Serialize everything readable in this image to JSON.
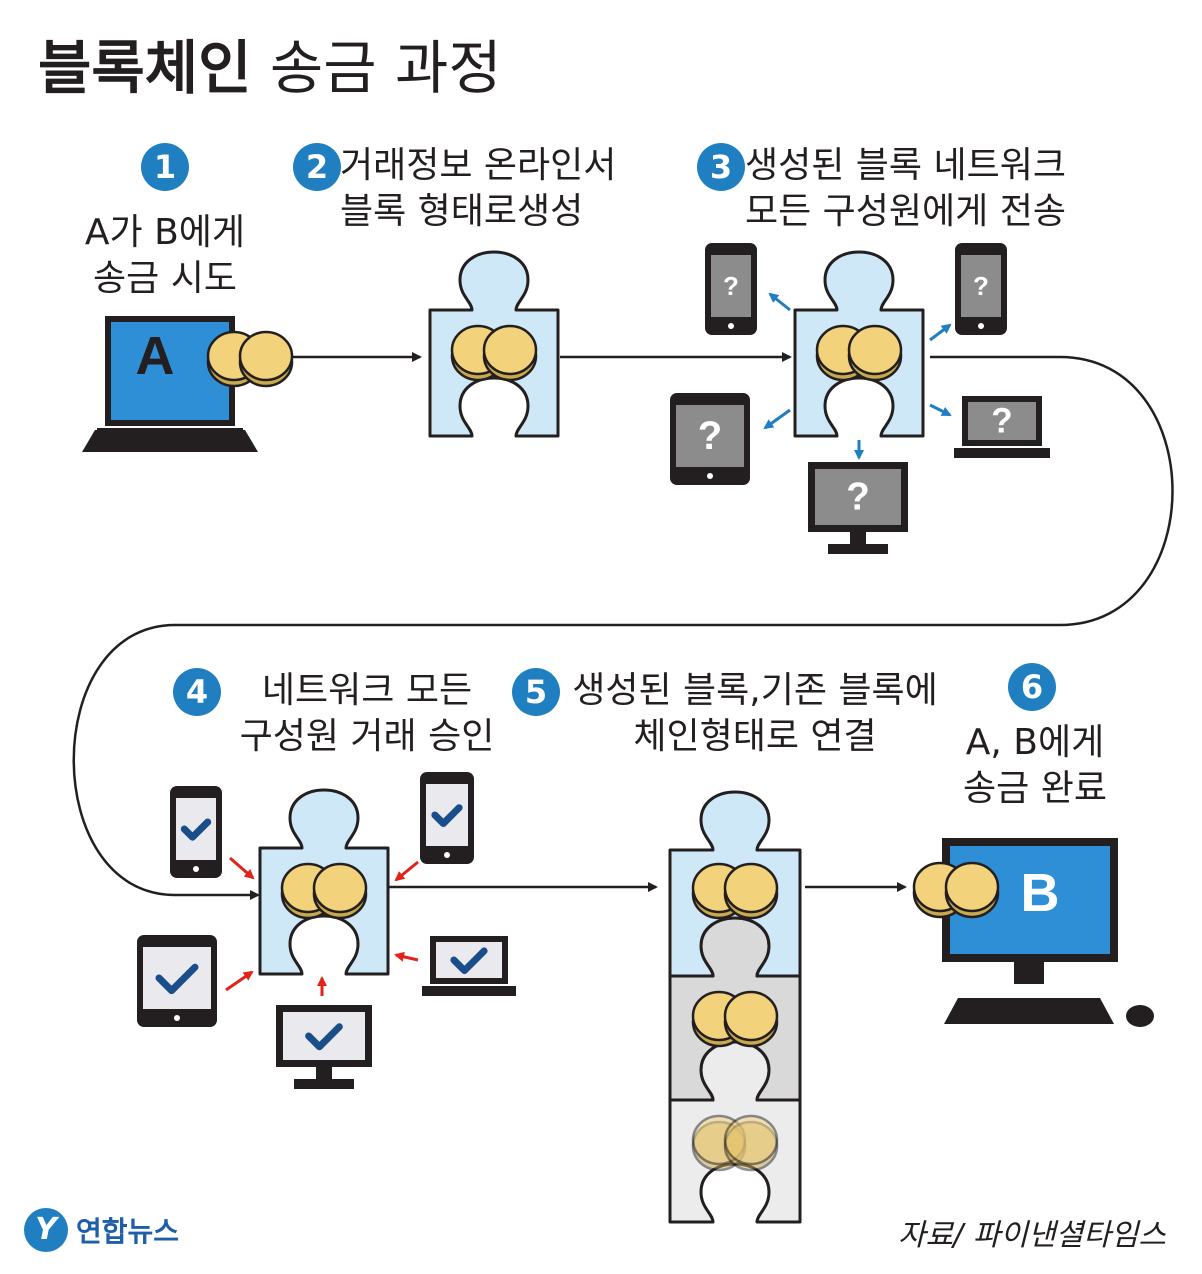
{
  "title": {
    "bold": "블록체인",
    "light": "송금 과정"
  },
  "steps": [
    {
      "num": "1",
      "text": "A가 B에게\n송금 시도"
    },
    {
      "num": "2",
      "text": "거래정보 온라인서\n블록 형태로생성"
    },
    {
      "num": "3",
      "text": "생성된 블록 네트워크\n모든 구성원에게 전송"
    },
    {
      "num": "4",
      "text": "네트워크 모든\n구성원 거래 승인"
    },
    {
      "num": "5",
      "text": "생성된 블록,기존 블록에\n체인형태로 연결"
    },
    {
      "num": "6",
      "text": "A, B에게\n송금 완료"
    }
  ],
  "screen_labels": {
    "sender": "A",
    "receiver": "B",
    "unknown": "?"
  },
  "source": "자료/ 파이낸셜타임스",
  "logo": {
    "text": "연합뉴스",
    "mark": "Y"
  },
  "colors": {
    "accent": "#1f7fc1",
    "puzzle": "#cfe8f7",
    "puzzle_gray": "#d9d9d9",
    "puzzle_light": "#ececec",
    "coin": "#f2d27a",
    "screen_blue": "#2f8fd6",
    "screen_gray": "#8c8c8c",
    "screen_light": "#e9e9ee",
    "arrow_blue": "#1f7fc1",
    "arrow_red": "#e2231a",
    "check": "#1a4e8a"
  }
}
